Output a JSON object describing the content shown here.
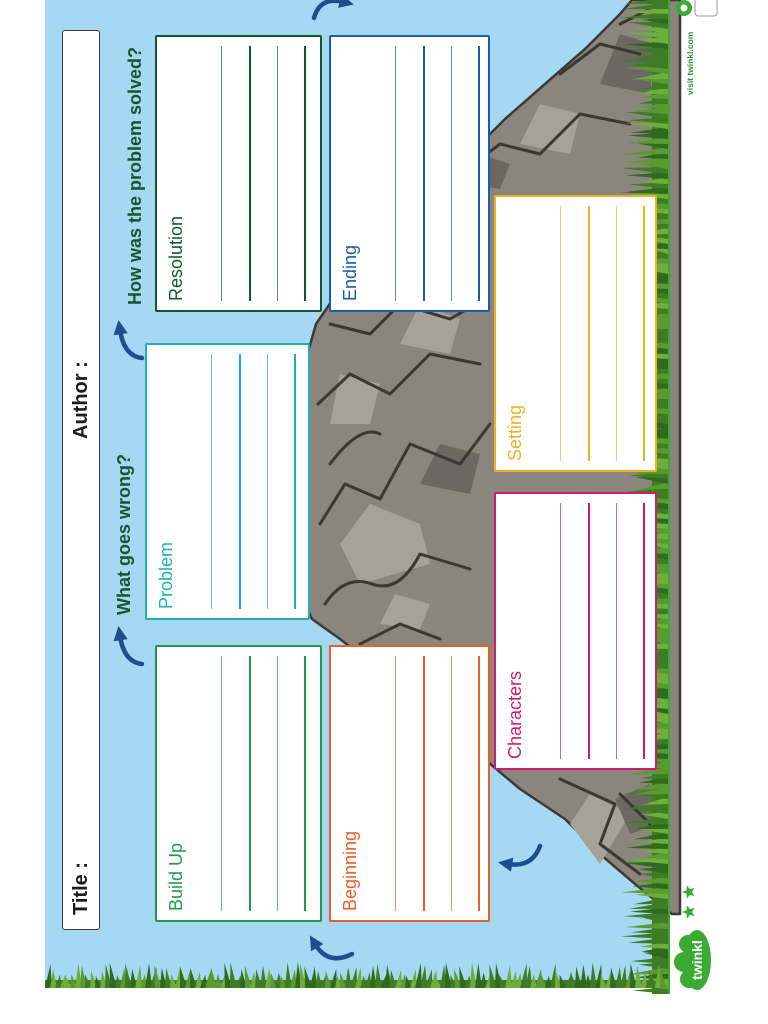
{
  "title_bar": {
    "title_label": "Title :",
    "author_label": "Author :"
  },
  "prompts": {
    "what_goes_wrong": "What goes wrong?",
    "how_solved": "How was the problem solved?"
  },
  "boxes": {
    "build_up": {
      "label": "Build Up",
      "color": "#1f9a4b"
    },
    "beginning": {
      "label": "Beginning",
      "color": "#e85d2a"
    },
    "problem": {
      "label": "Problem",
      "color": "#1fb0b6"
    },
    "characters": {
      "label": "Characters",
      "color": "#d41a6c"
    },
    "setting": {
      "label": "Setting",
      "color": "#efb11f"
    },
    "resolution": {
      "label": "Resolution",
      "color": "#0f5a2c"
    },
    "ending": {
      "label": "Ending",
      "color": "#1d5aa8"
    }
  },
  "footer": {
    "brand": "twinkl",
    "url": "visit twinkl.com"
  },
  "colors": {
    "sky": "#a5d9f3",
    "mountain": "#8b867d",
    "mountain_light": "#a7a298",
    "mountain_dark": "#6c6760",
    "rock_lines": "#3b3733",
    "grass": "#3f7d24",
    "arrow": "#1c4f8f",
    "prompt_text": "#12582b",
    "brand": "#3aaa35",
    "footer_text": "#2f8f3a"
  },
  "icons": {
    "arrow": "curved-arrow-icon",
    "star": "star-icon",
    "badge": "quality-badge-icon",
    "logo": "twinkl-logo"
  }
}
